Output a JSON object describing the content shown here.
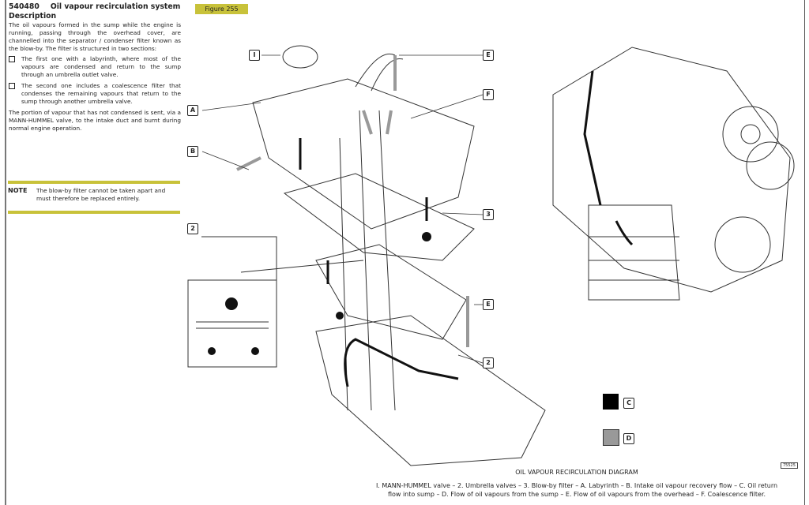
{
  "section": {
    "code": "540480",
    "title": "Oil vapour recirculation system"
  },
  "subtitle": "Description",
  "intro": "The oil vapours formed in the sump while the engine is running, passing through the overhead cover, are channelled into the separator / condenser filter known as the blow-by. The filter is structured in two sections:",
  "bullets": [
    "The first one with a labyrinth, where most of the vapours are condensed and return to the sump through an umbrella outlet valve.",
    "The second one includes a coalescence filter that condenses the remaining vapours that return to the sump through another umbrella valve."
  ],
  "outro": "The portion of vapour that has not condensed is sent, via a MANN-HUMMEL valve, to the intake duct and burnt during normal engine operation.",
  "note": {
    "label": "NOTE",
    "text": "The blow-by filter cannot be taken apart and must therefore be replaced entirely."
  },
  "figure": {
    "label": "Figure 255",
    "callouts": {
      "I": "I",
      "E": "E",
      "F": "F",
      "A": "A",
      "B": "B",
      "n2": "2",
      "n3": "3",
      "C": "C",
      "D": "D"
    },
    "caption_title": "OIL VAPOUR RECIRCULATION DIAGRAM",
    "caption": "I. MANN-HUMMEL valve – 2. Umbrella valves – 3. Blow-by filter – A. Labyrinth – B. Intake oil vapour recovery flow – C. Oil return flow into sump – D. Flow of oil vapours from the sump – E. Flow of oil vapours from the overhead – F. Coalescence filter.",
    "number": "75525",
    "legend_colors": {
      "C": "#000000",
      "D": "#999999"
    }
  }
}
